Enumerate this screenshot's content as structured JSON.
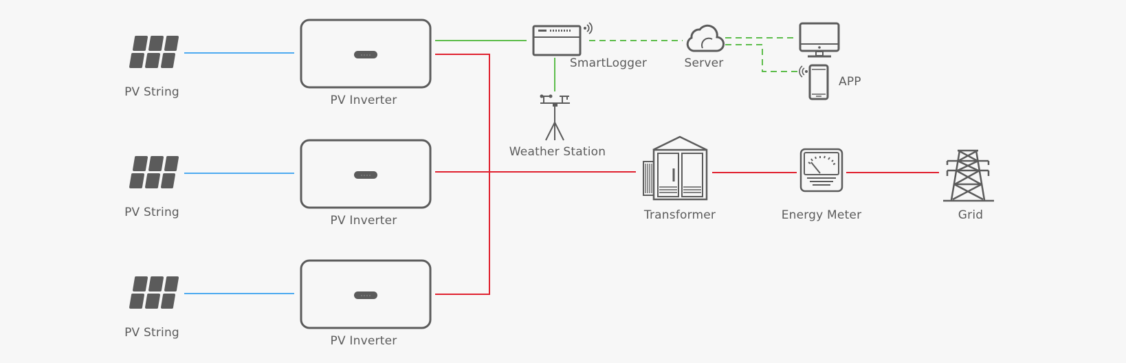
{
  "colors": {
    "background": "#f7f7f7",
    "icon": "#5b5b5b",
    "dc_link": "#4daaf0",
    "data_link": "#5cbd4a",
    "ac_link": "#e0202e"
  },
  "nodes": {
    "pv_string_1": {
      "label": "PV String",
      "icon": "solar-panel-icon"
    },
    "pv_string_2": {
      "label": "PV String",
      "icon": "solar-panel-icon"
    },
    "pv_string_3": {
      "label": "PV String",
      "icon": "solar-panel-icon"
    },
    "pv_inverter_1": {
      "label": "PV Inverter",
      "icon": "inverter-icon"
    },
    "pv_inverter_2": {
      "label": "PV Inverter",
      "icon": "inverter-icon"
    },
    "pv_inverter_3": {
      "label": "PV Inverter",
      "icon": "inverter-icon"
    },
    "smartlogger": {
      "label": "SmartLogger",
      "icon": "smartlogger-icon"
    },
    "server": {
      "label": "Server",
      "icon": "cloud-icon"
    },
    "monitor": {
      "label": "",
      "icon": "monitor-icon"
    },
    "app": {
      "label": "APP",
      "icon": "smartphone-icon"
    },
    "weather_station": {
      "label": "Weather Station",
      "icon": "weather-station-icon"
    },
    "transformer": {
      "label": "Transformer",
      "icon": "transformer-icon"
    },
    "energy_meter": {
      "label": "Energy Meter",
      "icon": "energy-meter-icon"
    },
    "grid": {
      "label": "Grid",
      "icon": "transmission-tower-icon"
    }
  },
  "links": [
    {
      "from": "pv_string_1",
      "to": "pv_inverter_1",
      "type": "dc"
    },
    {
      "from": "pv_string_2",
      "to": "pv_inverter_2",
      "type": "dc"
    },
    {
      "from": "pv_string_3",
      "to": "pv_inverter_3",
      "type": "dc"
    },
    {
      "from": "pv_inverter_1",
      "to": "smartlogger",
      "type": "data"
    },
    {
      "from": "smartlogger",
      "to": "weather_station",
      "type": "data"
    },
    {
      "from": "smartlogger",
      "to": "server",
      "type": "data-wireless"
    },
    {
      "from": "server",
      "to": "monitor",
      "type": "data-wireless"
    },
    {
      "from": "server",
      "to": "app",
      "type": "data-wireless"
    },
    {
      "from": "pv_inverter_1",
      "to": "transformer",
      "type": "ac"
    },
    {
      "from": "pv_inverter_2",
      "to": "transformer",
      "type": "ac"
    },
    {
      "from": "pv_inverter_3",
      "to": "transformer",
      "type": "ac"
    },
    {
      "from": "transformer",
      "to": "energy_meter",
      "type": "ac"
    },
    {
      "from": "energy_meter",
      "to": "grid",
      "type": "ac"
    }
  ]
}
